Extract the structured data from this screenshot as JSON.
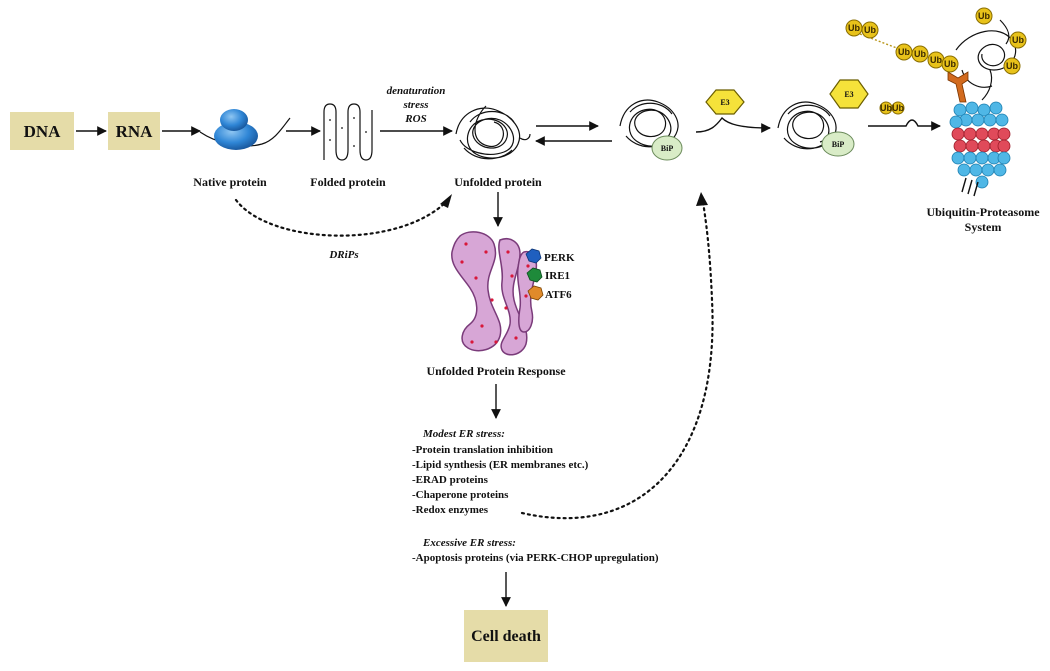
{
  "nodes": {
    "dna": "DNA",
    "rna": "RNA",
    "native_protein": "Native protein",
    "folded_protein": "Folded protein",
    "unfolded_protein": "Unfolded protein",
    "upr": "Unfolded Protein Response",
    "ups_line1": "Ubiquitin-Proteasome",
    "ups_line2": "System",
    "cell_death": "Cell death"
  },
  "stressors": [
    "denaturation",
    "stress",
    "ROS"
  ],
  "drips": "DRiPs",
  "labels": {
    "bip": "BiP",
    "e3": "E3",
    "ub": "Ub"
  },
  "sensors": [
    {
      "name": "PERK",
      "color": "#1f5fbf"
    },
    {
      "name": "IRE1",
      "color": "#1e8a3a"
    },
    {
      "name": "ATF6",
      "color": "#e08a2a"
    }
  ],
  "modest": {
    "heading": "Modest ER stress:",
    "items": [
      "-Protein translation inhibition",
      "-Lipid synthesis (ER membranes etc.)",
      "-ERAD proteins",
      "-Chaperone proteins",
      "-Redox enzymes"
    ]
  },
  "excessive": {
    "heading": "Excessive ER stress:",
    "items": [
      "-Apoptosis proteins (via PERK-CHOP upregulation)"
    ]
  },
  "colors": {
    "box_fill": "#e5dca8",
    "ribosome": "#2f86d6",
    "ub": "#e8c21a",
    "bip": "#d9ecc7",
    "proteasome_cap": "#4fb7e6",
    "proteasome_core": "#e04a5a",
    "er": "#d7a6d6"
  }
}
